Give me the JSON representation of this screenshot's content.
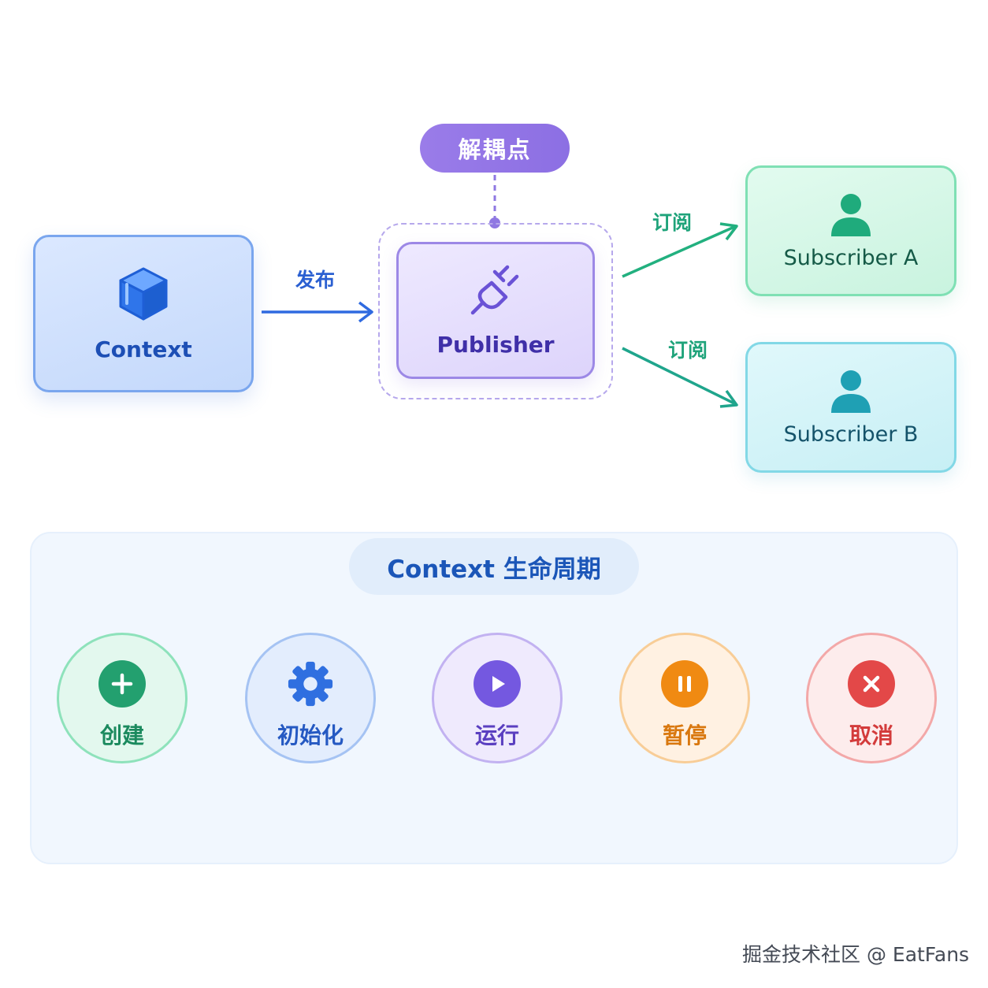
{
  "diagram": {
    "nodes": {
      "context": "Context",
      "publisher": "Publisher",
      "subscriber_a": "Subscriber A",
      "subscriber_b": "Subscriber B"
    },
    "decouple_label": "解耦点",
    "edges": {
      "publish": "发布",
      "subscribe_a": "订阅",
      "subscribe_b": "订阅"
    },
    "icons": {
      "context": "cube-icon",
      "publisher": "plug-icon",
      "subscriber": "person-icon"
    }
  },
  "lifecycle": {
    "title": "Context 生命周期",
    "stages": [
      {
        "label": "创建",
        "icon": "plus-icon",
        "color": "#23a06f"
      },
      {
        "label": "初始化",
        "icon": "gear-icon",
        "color": "#2f6fe0"
      },
      {
        "label": "运行",
        "icon": "play-icon",
        "color": "#7458e0"
      },
      {
        "label": "暂停",
        "icon": "pause-icon",
        "color": "#f08a12"
      },
      {
        "label": "取消",
        "icon": "close-icon",
        "color": "#e34848"
      }
    ]
  },
  "watermark": "掘金技术社区 @ EatFans"
}
